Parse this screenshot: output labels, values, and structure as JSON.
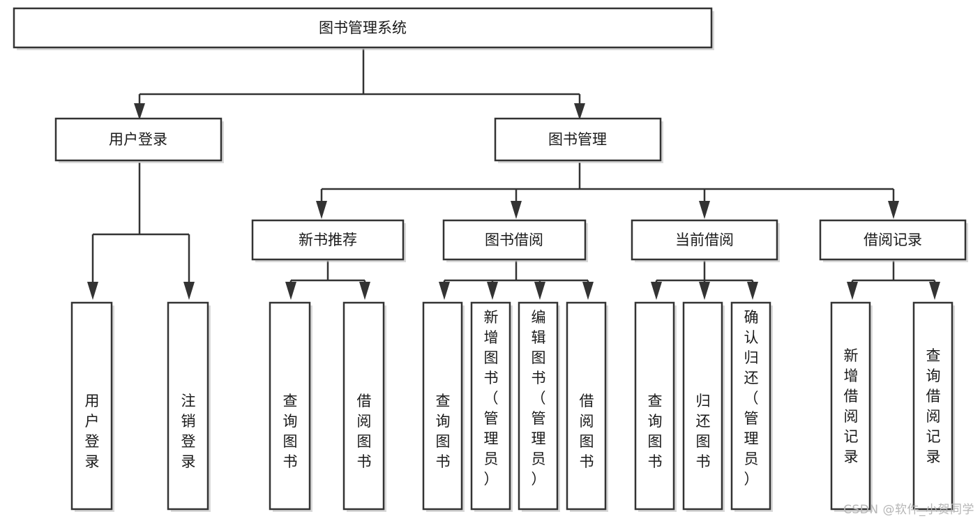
{
  "diagram": {
    "type": "tree",
    "title": "图书管理系统",
    "watermark": "CSDN @软件_小贺同学",
    "colors": {
      "box_border": "#333333",
      "box_fill": "#ffffff",
      "edge": "#333333",
      "text": "#1a1a1a",
      "watermark": "#b6b6b6",
      "background": "#ffffff"
    },
    "root": {
      "label": "图书管理系统"
    },
    "level2": [
      {
        "label": "用户登录"
      },
      {
        "label": "图书管理"
      }
    ],
    "level3": [
      {
        "label": "新书推荐"
      },
      {
        "label": "图书借阅"
      },
      {
        "label": "当前借阅"
      },
      {
        "label": "借阅记录"
      }
    ],
    "leaves": {
      "user_login": [
        {
          "label": "用户登录"
        },
        {
          "label": "注销登录"
        }
      ],
      "new_book_recommend": [
        {
          "label": "查询图书"
        },
        {
          "label": "借阅图书"
        }
      ],
      "book_borrow": [
        {
          "label": "查询图书"
        },
        {
          "label": "新增图书（管理员）"
        },
        {
          "label": "编辑图书（管理员）"
        },
        {
          "label": "借阅图书"
        }
      ],
      "current_borrow": [
        {
          "label": "查询图书"
        },
        {
          "label": "归还图书"
        },
        {
          "label": "确认归还（管理员）"
        }
      ],
      "borrow_record": [
        {
          "label": "新增借阅记录"
        },
        {
          "label": "查询借阅记录"
        }
      ]
    }
  }
}
